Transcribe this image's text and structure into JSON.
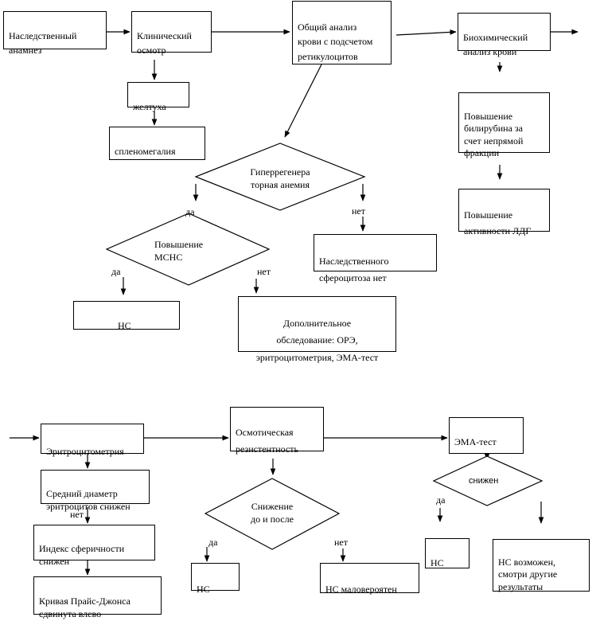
{
  "top_flow": {
    "hereditary_anamnesis": "Наследственный\nанамнез",
    "clinical_exam": "Клинический\nосмотр",
    "blood_test": "Общий анализ\nкрови с подсчетом\nретикулоцитов",
    "biochem": "Биохимический\nанализ крови",
    "jaundice": "желтуха",
    "splenomegaly": "спленомегалия",
    "bilirubin": "Повышение\nбилирубина за\nсчет непрямой\nфракции",
    "ldh": "Повышение\nактивности ЛДГ",
    "hyperregen_decision": "Гиперрегенера\nторная анемия",
    "yes_label_1": "да",
    "no_label_1": "нет",
    "mchc_decision": "Повышение\nМСНС",
    "no_spherocytosis": "Наследственного\nсфероцитоза нет",
    "yes_label_2": "да",
    "no_label_2": "нет",
    "hs_result_1": "НС",
    "additional_exam": "Дополнительное\nобследование: ОРЭ,\nэритроцитометрия, ЭМА-тест"
  },
  "bottom_flow": {
    "erythrocytometry": "Эритроцитометрия",
    "mean_diameter": "Средний диаметр\nэритроцитов снижен",
    "no_label_3": "нет",
    "sphericity_index": "Индекс сферичности\nснижен",
    "price_jones": "Кривая Прайс-Джонса\nсдвинута влево",
    "osmotic_resistance": "Осмотическая\nрезистентность",
    "reduction_decision": "Снижение\nдо и после",
    "yes_label_4": "да",
    "no_label_4": "нет",
    "hs_result_2": "НС",
    "hs_unlikely": "НС маловероятен",
    "ema_test": "ЭМА-тест",
    "reduced_decision": "снижен",
    "yes_label_5": "да",
    "hs_result_3": "НС",
    "hs_possible": "НС возможен,\nсмотри другие\nрезультаты"
  }
}
